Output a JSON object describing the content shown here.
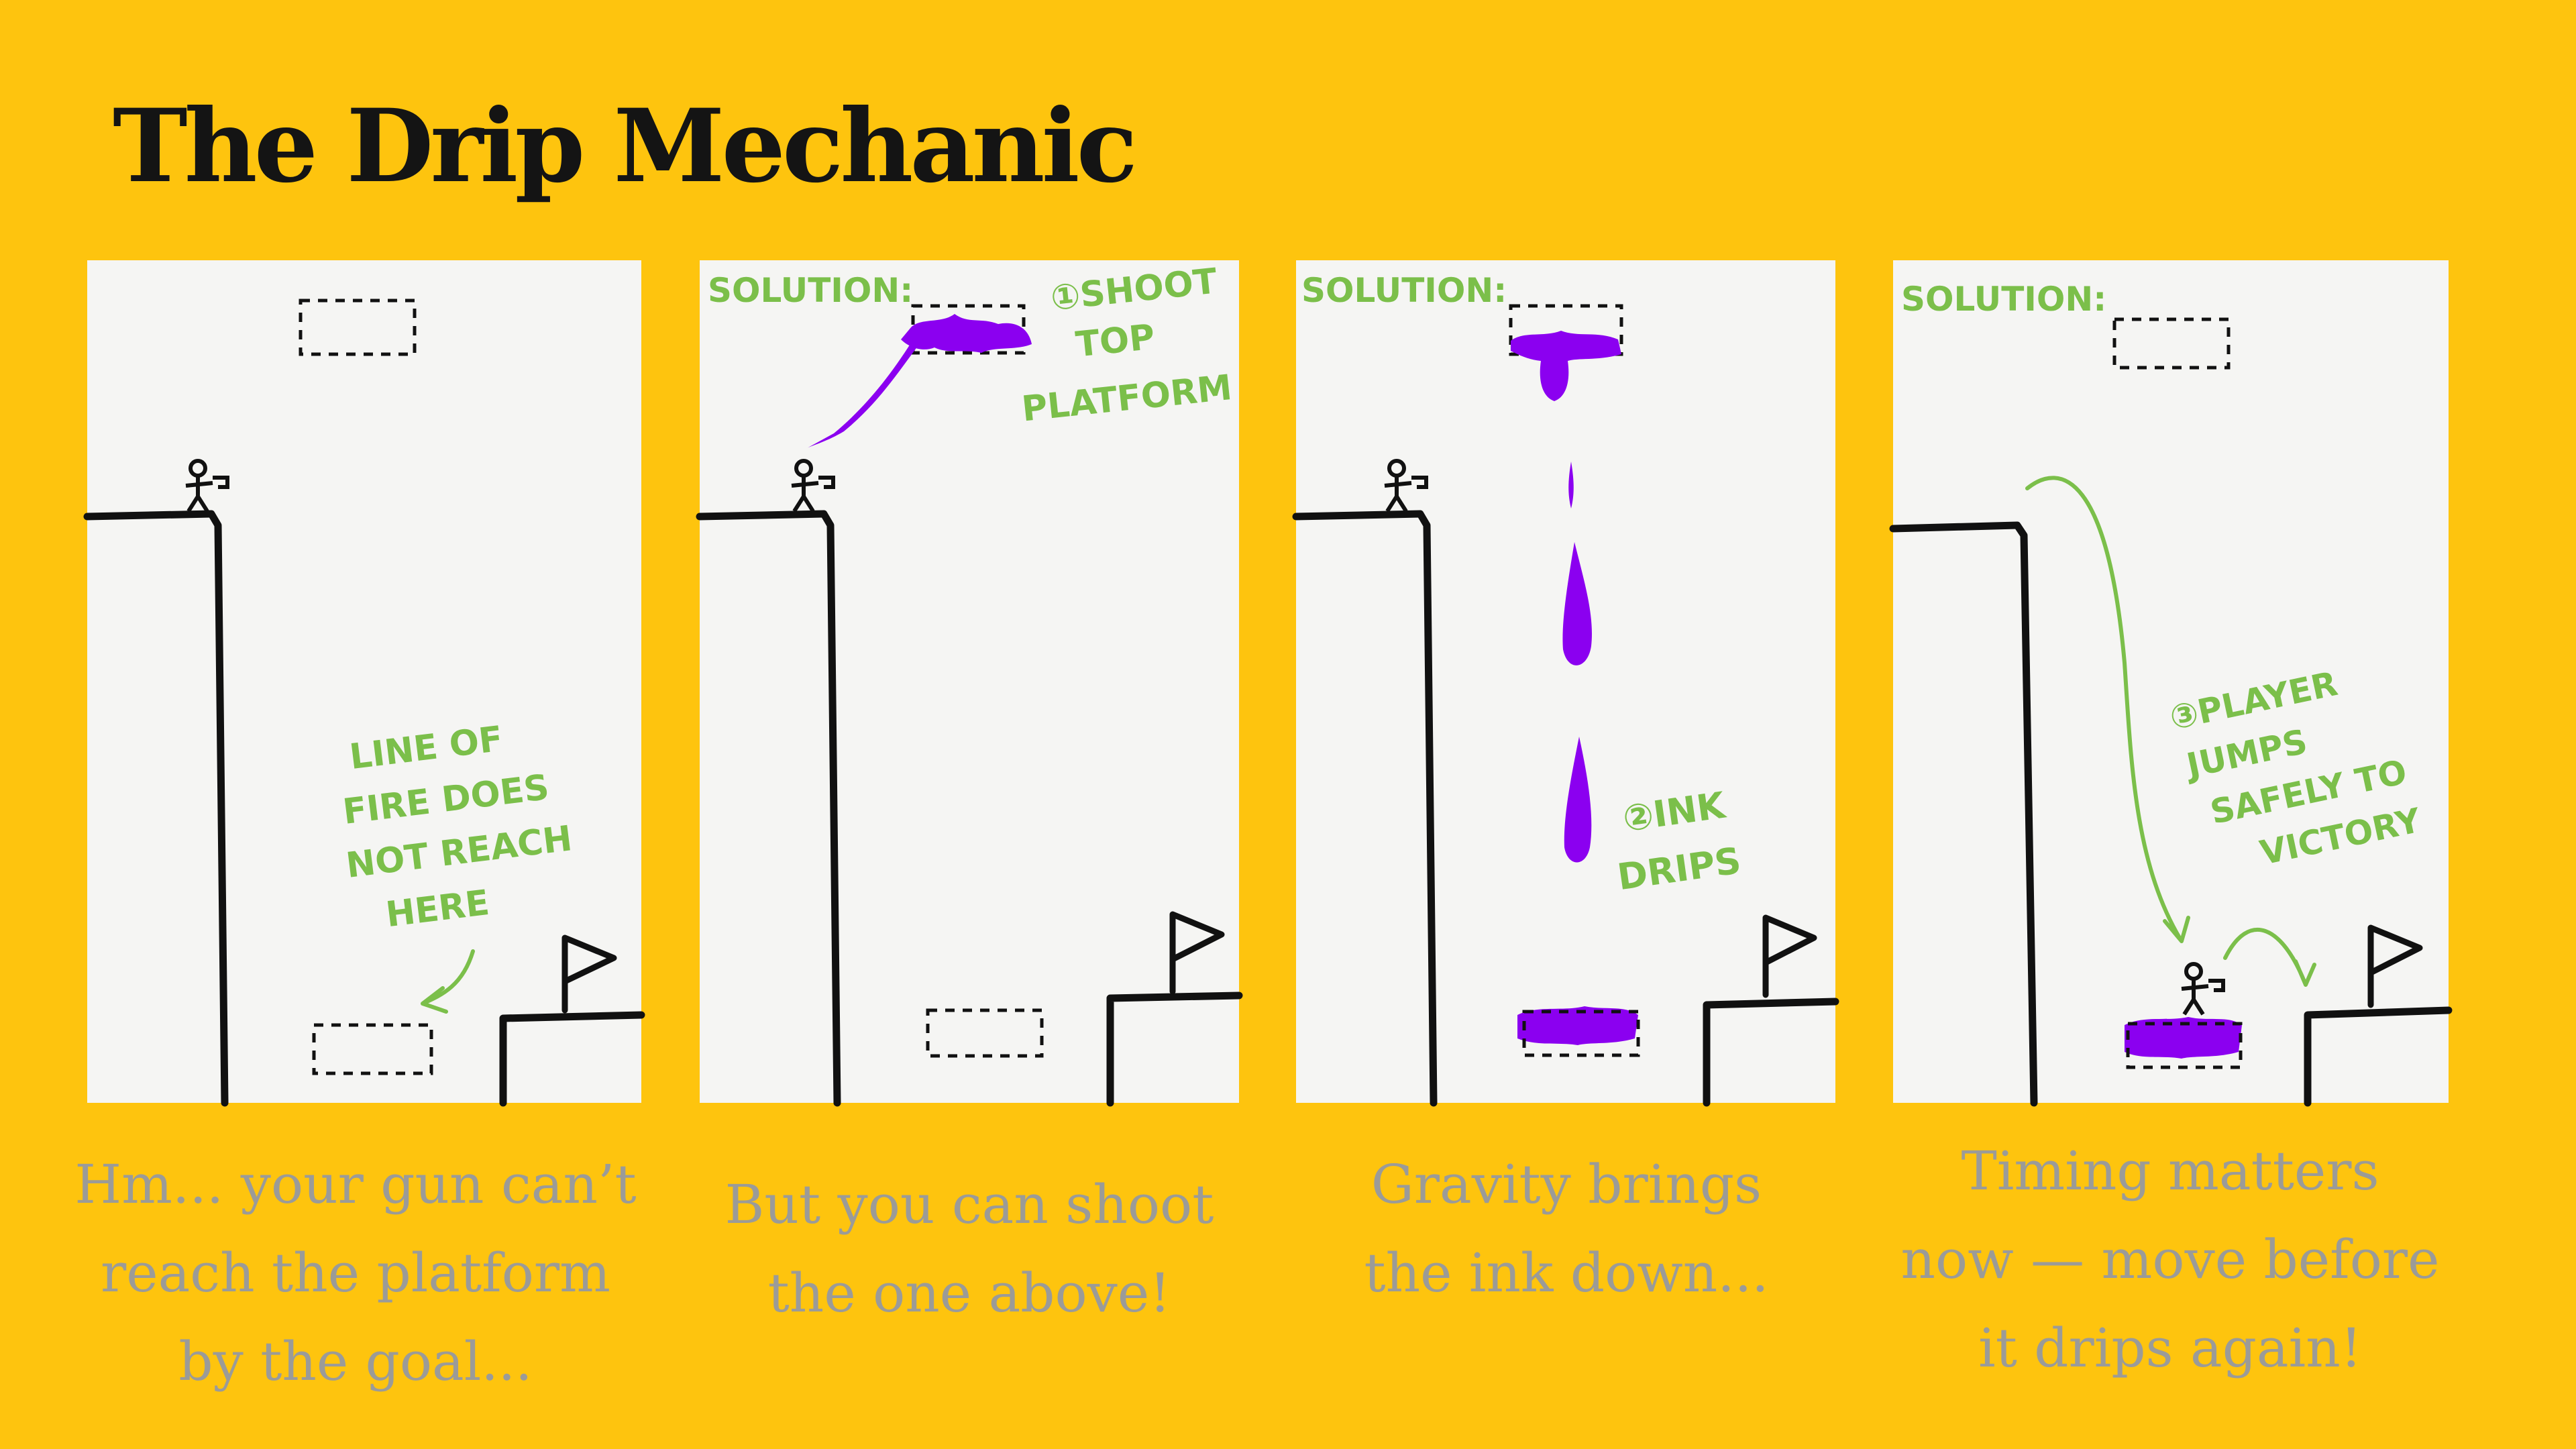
{
  "title": "The Drip Mechanic",
  "panels": [
    {
      "caption": "Hm... your gun can’t\nreach the platform\nby the goal...",
      "note": "LINE OF\nFIRE DOES\nNOT REACH\nHERE"
    },
    {
      "caption": "But you can shoot\nthe one above!",
      "label": "SOLUTION:",
      "step": "①SHOOT\nTOP\nPLATFORM"
    },
    {
      "caption": "Gravity brings\nthe ink down...",
      "label": "SOLUTION:",
      "step": "②INK\nDRIPS"
    },
    {
      "caption": "Timing matters\nnow — move before\nit drips again!",
      "label": "SOLUTION:",
      "step": "③PLAYER\nJUMPS\nSAFELY TO\nVICTORY"
    }
  ],
  "colors": {
    "background": "#FEC40E",
    "panel": "#F5F5F3",
    "ink": "#8B00F0",
    "annotation": "#7BBF4A",
    "caption": "#9B9B98"
  },
  "icons": [
    "stick-figure-icon",
    "goal-flag-icon"
  ]
}
